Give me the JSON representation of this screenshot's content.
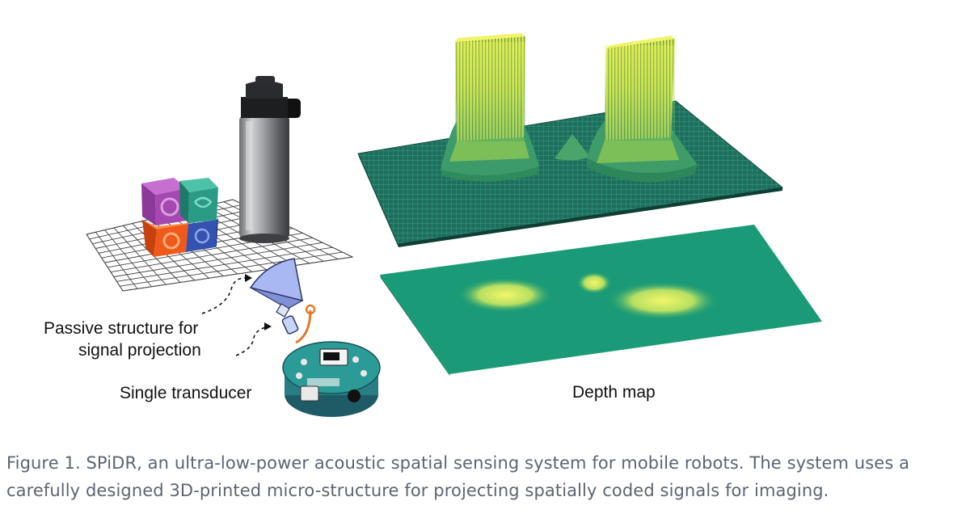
{
  "labels": {
    "passive_line1": "Passive structure for",
    "passive_line2": "signal projection",
    "transducer": "Single transducer",
    "depth_map": "Depth map"
  },
  "caption": "Figure 1. SPiDR, an ultra-low-power acoustic spatial sensing system for mobile robots. The system uses a carefully designed 3D-printed micro-structure for projecting spatially coded signals for imaging.",
  "colors": {
    "grid_surface": "#1f6e5c",
    "grid_line": "#33a487",
    "depth_plane": "#1a9a76",
    "peak_yellow": "#e7f04a",
    "block_purple": "#a548b0",
    "block_teal": "#2a9c86",
    "block_orange": "#ef5a1c",
    "block_blue": "#3452b0",
    "robot_teal": "#2c9a97"
  },
  "icons": [
    "bottle-icon",
    "blocks-icon",
    "robot-icon",
    "passive-structure-icon",
    "transducer-icon"
  ]
}
